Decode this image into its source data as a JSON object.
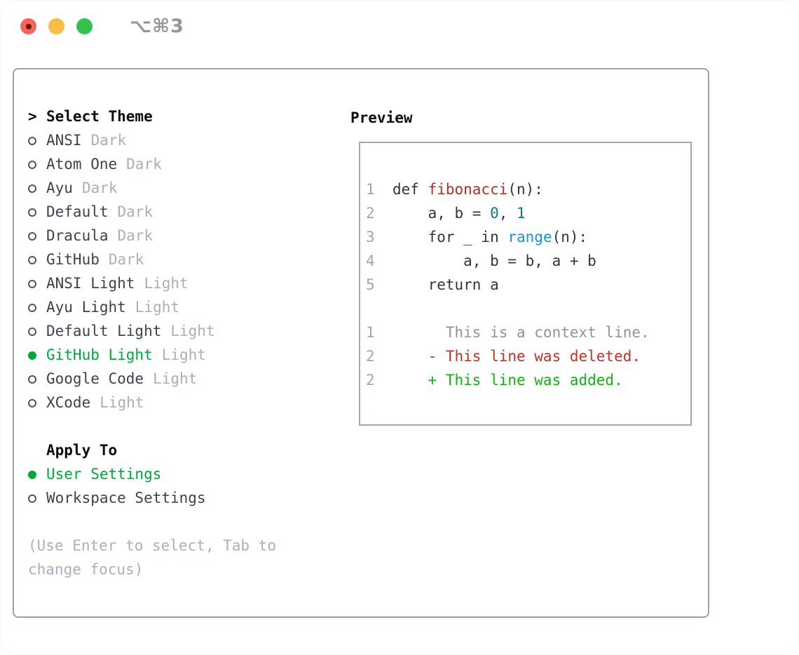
{
  "window": {
    "title_shortcut": "⌥⌘3"
  },
  "colors": {
    "traffic_red": "#f4645a",
    "traffic_red_dot": "#6e1410",
    "traffic_yellow": "#f7bd45",
    "traffic_green": "#35c24c",
    "selection_green": "#00a73c",
    "panel_border": "#9aa3ad",
    "muted_gray": "#a7b0bc",
    "code_function_red": "#aa3328",
    "code_number_teal": "#0f7b82",
    "code_builtin_blue": "#1e8fd5",
    "diff_context_gray": "#8b949e",
    "diff_deleted_red": "#c43126",
    "diff_added_green": "#12b012"
  },
  "left_panel": {
    "prompt": ">",
    "header": "Select Theme",
    "themes": [
      {
        "name": "ANSI",
        "variant": "Dark",
        "selected": false
      },
      {
        "name": "Atom One",
        "variant": "Dark",
        "selected": false
      },
      {
        "name": "Ayu",
        "variant": "Dark",
        "selected": false
      },
      {
        "name": "Default",
        "variant": "Dark",
        "selected": false
      },
      {
        "name": "Dracula",
        "variant": "Dark",
        "selected": false
      },
      {
        "name": "GitHub",
        "variant": "Dark",
        "selected": false
      },
      {
        "name": "ANSI Light",
        "variant": "Light",
        "selected": false
      },
      {
        "name": "Ayu Light",
        "variant": "Light",
        "selected": false
      },
      {
        "name": "Default Light",
        "variant": "Light",
        "selected": false
      },
      {
        "name": "GitHub Light",
        "variant": "Light",
        "selected": true
      },
      {
        "name": "Google Code",
        "variant": "Light",
        "selected": false
      },
      {
        "name": "XCode",
        "variant": "Light",
        "selected": false
      }
    ],
    "apply_to": {
      "label": "Apply To",
      "options": [
        {
          "name": "User Settings",
          "selected": true
        },
        {
          "name": "Workspace Settings",
          "selected": false
        }
      ]
    },
    "help_lines": [
      "(Use Enter to select, Tab to",
      "change focus)"
    ]
  },
  "preview": {
    "header": "Preview",
    "lines": [
      {
        "kind": "code",
        "num": "1",
        "tokens": [
          {
            "t": "def ",
            "c": "fg"
          },
          {
            "t": "fibonacci",
            "c": "func"
          },
          {
            "t": "(n):",
            "c": "fg"
          }
        ]
      },
      {
        "kind": "code",
        "num": "2",
        "tokens": [
          {
            "t": "    a, b = ",
            "c": "fg"
          },
          {
            "t": "0",
            "c": "num"
          },
          {
            "t": ", ",
            "c": "fg"
          },
          {
            "t": "1",
            "c": "num"
          }
        ]
      },
      {
        "kind": "code",
        "num": "3",
        "tokens": [
          {
            "t": "    for _ in ",
            "c": "fg"
          },
          {
            "t": "range",
            "c": "builtin"
          },
          {
            "t": "(n):",
            "c": "fg"
          }
        ]
      },
      {
        "kind": "code",
        "num": "4",
        "tokens": [
          {
            "t": "        a, b = b, a + b",
            "c": "fg"
          }
        ]
      },
      {
        "kind": "code",
        "num": "5",
        "tokens": [
          {
            "t": "    return a",
            "c": "fg"
          }
        ]
      },
      {
        "kind": "blank",
        "num": "",
        "tokens": []
      },
      {
        "kind": "context",
        "num": "1",
        "tokens": [
          {
            "t": "      This is a context line.",
            "c": "context"
          }
        ]
      },
      {
        "kind": "deleted",
        "num": "2",
        "tokens": [
          {
            "t": "    - This line was deleted.",
            "c": "del"
          }
        ]
      },
      {
        "kind": "added",
        "num": "2",
        "tokens": [
          {
            "t": "    + This line was added.",
            "c": "add"
          }
        ]
      }
    ]
  }
}
